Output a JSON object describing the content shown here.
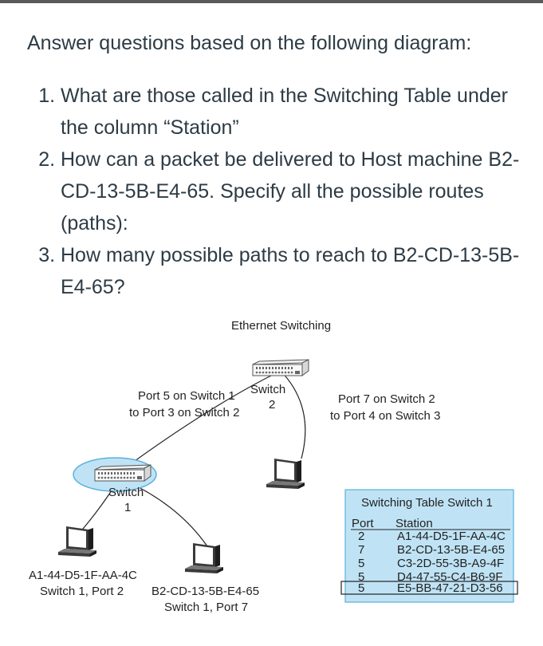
{
  "intro": "Answer questions based on the following diagram:",
  "questions": [
    "What are those called in the Switching Table under the column “Station”",
    "How can a packet be delivered to Host machine B2-CD-13-5B-E4-65. Specify all the possible routes (paths):",
    "How many possible paths to reach to B2-CD-13-5B-E4-65?"
  ],
  "diagram": {
    "title": "Ethernet Switching",
    "switch2_label": [
      "Switch",
      "2"
    ],
    "switch1_label": [
      "Switch",
      "1"
    ],
    "link_s1_s2_label": [
      "Port 5 on Switch 1",
      "to Port 3 on Switch 2"
    ],
    "link_s2_s3_label": [
      "Port 7 on Switch 2",
      "to Port 4 on Switch 3"
    ],
    "host_a1_label": [
      "A1-44-D5-1F-AA-4C",
      "Switch 1, Port 2"
    ],
    "host_b2_label": [
      "B2-CD-13-5B-E4-65",
      "Switch 1, Port 7"
    ],
    "switching_table": {
      "title": "Switching Table Switch 1",
      "headers": [
        "Port",
        "Station"
      ],
      "rows": [
        {
          "port": "2",
          "station": "A1-44-D5-1F-AA-4C"
        },
        {
          "port": "7",
          "station": "B2-CD-13-5B-E4-65"
        },
        {
          "port": "5",
          "station": "C3-2D-55-3B-A9-4F"
        },
        {
          "port": "5",
          "station": "D4-47-55-C4-B6-9F"
        },
        {
          "port": "5",
          "station": "E5-BB-47-21-D3-56"
        }
      ]
    }
  },
  "colors": {
    "highlight": "#bfe3f5",
    "highlight_border": "#5ab0dc",
    "text": "#2d3b45"
  }
}
